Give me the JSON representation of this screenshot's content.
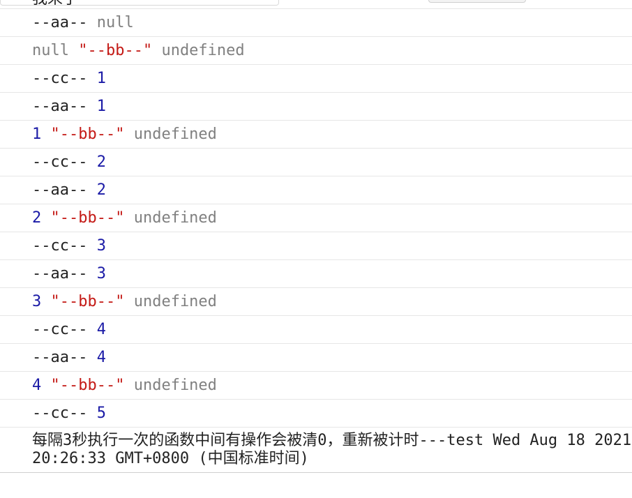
{
  "top_partial_text": "我来了",
  "lines": [
    {
      "parts": [
        {
          "t": "--aa-- ",
          "c": "txt"
        },
        {
          "t": "null",
          "c": "nul"
        }
      ]
    },
    {
      "parts": [
        {
          "t": "null ",
          "c": "nul"
        },
        {
          "t": "\"--bb--\"",
          "c": "str"
        },
        {
          "t": " undefined",
          "c": "nul"
        }
      ]
    },
    {
      "parts": [
        {
          "t": "--cc-- ",
          "c": "txt"
        },
        {
          "t": "1",
          "c": "num"
        }
      ]
    },
    {
      "parts": [
        {
          "t": "--aa-- ",
          "c": "txt"
        },
        {
          "t": "1",
          "c": "num"
        }
      ]
    },
    {
      "parts": [
        {
          "t": "1 ",
          "c": "num"
        },
        {
          "t": "\"--bb--\"",
          "c": "str"
        },
        {
          "t": " undefined",
          "c": "nul"
        }
      ]
    },
    {
      "parts": [
        {
          "t": "--cc-- ",
          "c": "txt"
        },
        {
          "t": "2",
          "c": "num"
        }
      ]
    },
    {
      "parts": [
        {
          "t": "--aa-- ",
          "c": "txt"
        },
        {
          "t": "2",
          "c": "num"
        }
      ]
    },
    {
      "parts": [
        {
          "t": "2 ",
          "c": "num"
        },
        {
          "t": "\"--bb--\"",
          "c": "str"
        },
        {
          "t": " undefined",
          "c": "nul"
        }
      ]
    },
    {
      "parts": [
        {
          "t": "--cc-- ",
          "c": "txt"
        },
        {
          "t": "3",
          "c": "num"
        }
      ]
    },
    {
      "parts": [
        {
          "t": "--aa-- ",
          "c": "txt"
        },
        {
          "t": "3",
          "c": "num"
        }
      ]
    },
    {
      "parts": [
        {
          "t": "3 ",
          "c": "num"
        },
        {
          "t": "\"--bb--\"",
          "c": "str"
        },
        {
          "t": " undefined",
          "c": "nul"
        }
      ]
    },
    {
      "parts": [
        {
          "t": "--cc-- ",
          "c": "txt"
        },
        {
          "t": "4",
          "c": "num"
        }
      ]
    },
    {
      "parts": [
        {
          "t": "--aa-- ",
          "c": "txt"
        },
        {
          "t": "4",
          "c": "num"
        }
      ]
    },
    {
      "parts": [
        {
          "t": "4 ",
          "c": "num"
        },
        {
          "t": "\"--bb--\"",
          "c": "str"
        },
        {
          "t": " undefined",
          "c": "nul"
        }
      ]
    },
    {
      "parts": [
        {
          "t": "--cc-- ",
          "c": "txt"
        },
        {
          "t": "5",
          "c": "num"
        }
      ]
    }
  ],
  "final_message": "每隔3秒执行一次的函数中间有操作会被清0，重新被计时---test Wed Aug 18 2021 20:26:33 GMT+0800 (中国标准时间)",
  "colors": {
    "text": "#222222",
    "number": "#1a1aa6",
    "string": "#c41a16",
    "null_undefined": "#808080"
  }
}
